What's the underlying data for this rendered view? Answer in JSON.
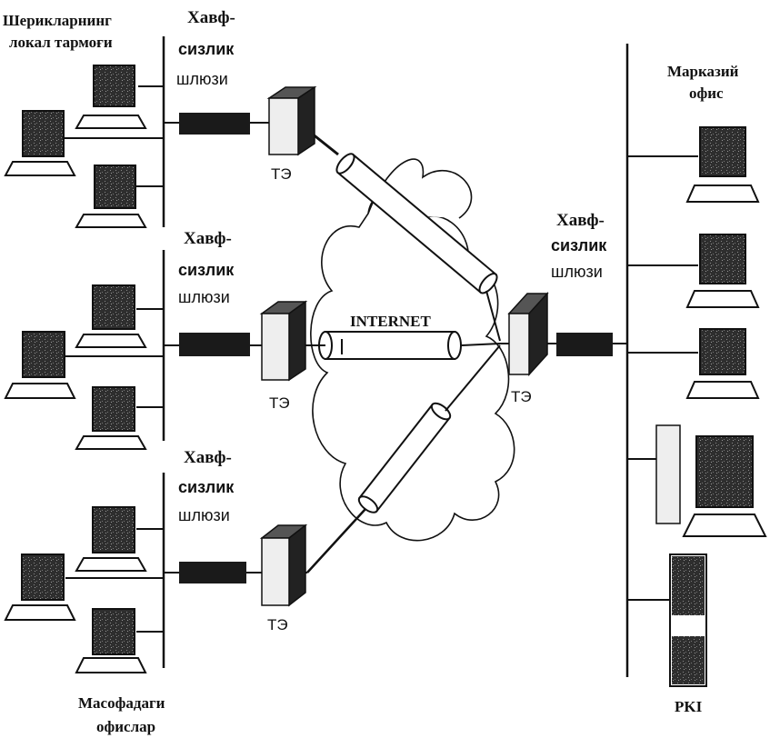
{
  "labels": {
    "partners_lan_line1": "Шерикларнинг",
    "partners_lan_line2": "локал тармоғи",
    "remote_offices_line1": "Масофадаги",
    "remote_offices_line2": "офислар",
    "central_office_line1": "Марказий",
    "central_office_line2": "офис",
    "internet": "INTERNET",
    "pki": "PKI"
  },
  "gateways": {
    "top": {
      "line1": "Хавф-",
      "line2": "сизлик",
      "line3": "шлюзи"
    },
    "middle": {
      "line1": "Хавф-",
      "line2": "сизлик",
      "line3": "шлюзи"
    },
    "bottom": {
      "line1": "Хавф-",
      "line2": "сизлик",
      "line3": "шлюзи"
    },
    "central": {
      "line1": "Хавф-",
      "line2": "сизлик",
      "line3": "шлюзи"
    }
  },
  "firewalls": {
    "top": "ТЭ",
    "middle": "ТЭ",
    "bottom": "ТЭ",
    "central": "ТЭ"
  },
  "colors": {
    "ink": "#111111",
    "screen": "#3a3a3a",
    "gateway_bar": "#1a1a1a",
    "light_box": "#eeeeee"
  }
}
